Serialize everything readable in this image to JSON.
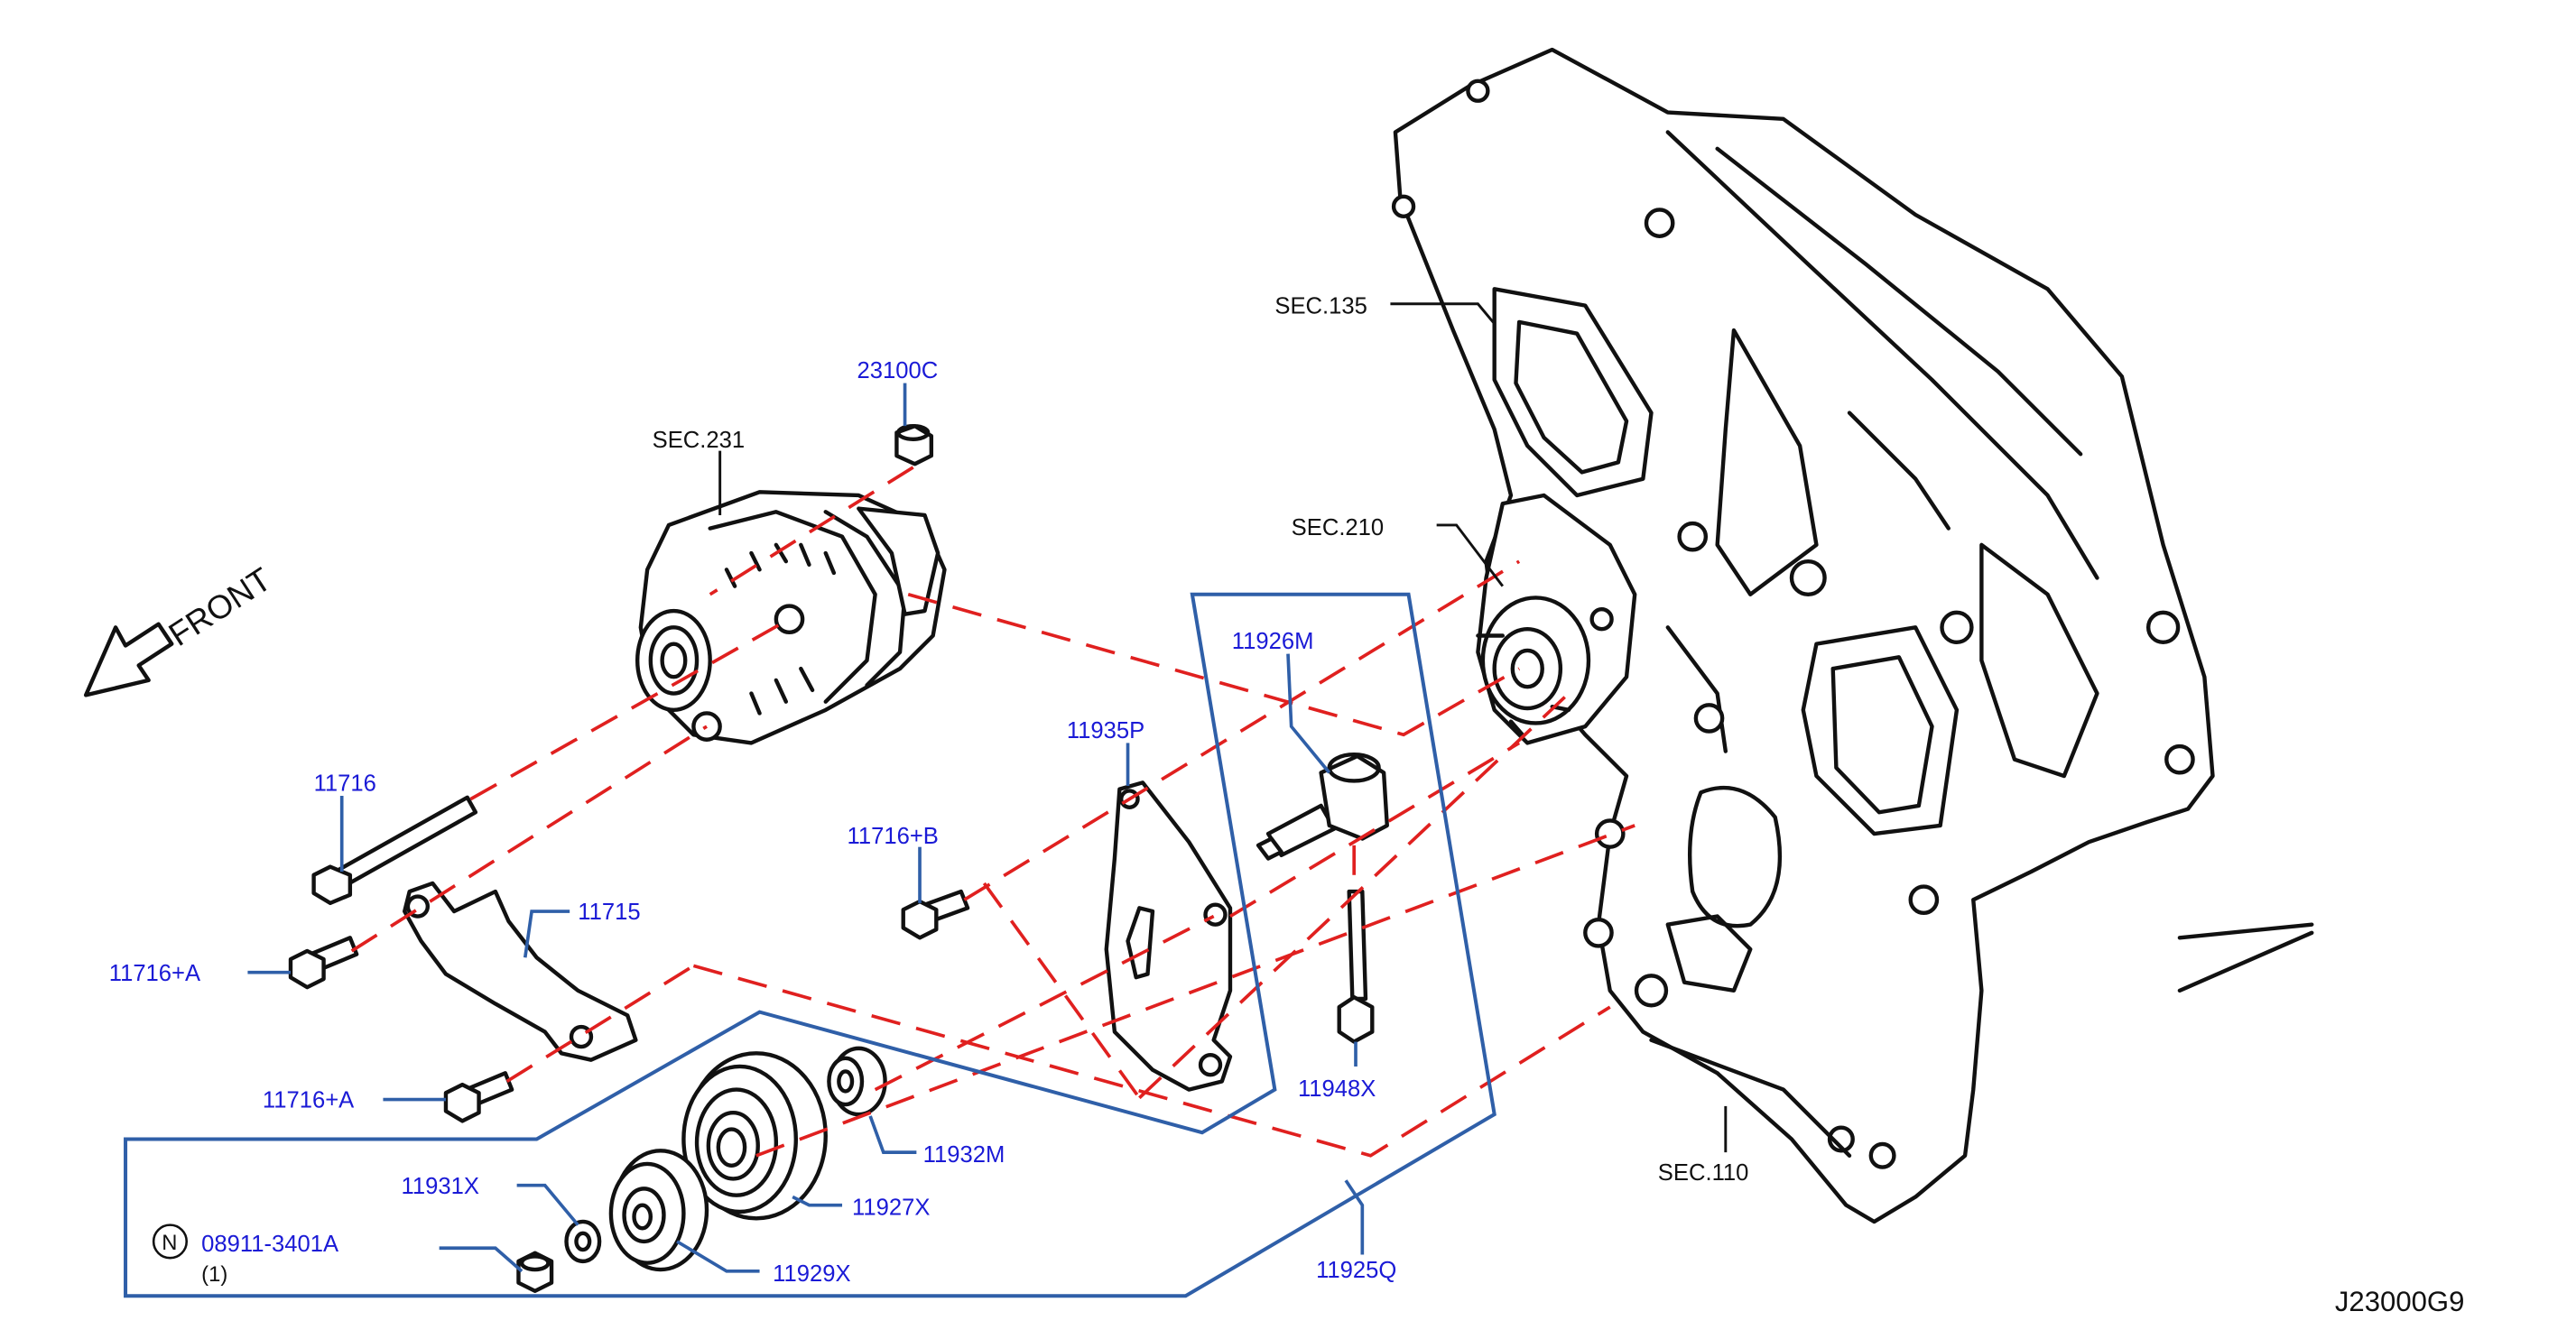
{
  "diagram": {
    "diagram_code": "J23000G9",
    "front_indicator": "FRONT",
    "note_symbol": "N",
    "section_refs": {
      "sec_135": "SEC.135",
      "sec_231": "SEC.231",
      "sec_210": "SEC.210",
      "sec_110": "SEC.110"
    },
    "parts": {
      "p_23100C": "23100C",
      "p_11716": "11716",
      "p_11716A_1": "11716+A",
      "p_11716A_2": "11716+A",
      "p_11715": "11715",
      "p_11716B": "11716+B",
      "p_11935P": "11935P",
      "p_11926M": "11926M",
      "p_11948X": "11948X",
      "p_11932M": "11932M",
      "p_11927X": "11927X",
      "p_11931X": "11931X",
      "p_08911": "08911-3401A",
      "p_08911_qty": "(1)",
      "p_11929X": "11929X",
      "p_11925Q": "11925Q"
    },
    "colors": {
      "part_label": "#1a1ad6",
      "section_label": "#111111",
      "dashed_line": "#e0201f",
      "callout_box": "#2f5fa8"
    }
  }
}
